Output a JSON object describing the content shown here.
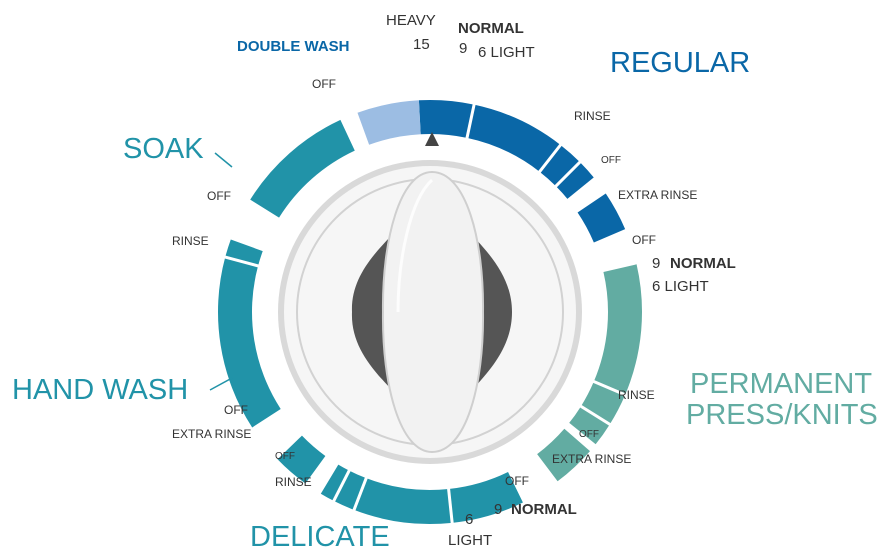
{
  "colors": {
    "regular": "#0a67a7",
    "double_wash": "#9cbde3",
    "soak": "#2193a8",
    "hand_wash": "#2193a8",
    "delicate": "#2193a8",
    "permanent_press": "#62aca2",
    "text": "#333333",
    "knob_white": "#f2f2f2",
    "knob_shadow": "#555555"
  },
  "cycles": {
    "regular": "REGULAR",
    "double_wash": "DOUBLE WASH",
    "soak": "SOAK",
    "hand_wash": "HAND WASH",
    "delicate": "DELICATE",
    "permanent_press_line1": "PERMANENT",
    "permanent_press_line2": "PRESS/KNITS"
  },
  "regular": {
    "heavy": "HEAVY",
    "heavy_num": "15",
    "normal": "NORMAL",
    "normal_num": "9",
    "light": "6 LIGHT",
    "rinse": "RINSE",
    "off": "OFF",
    "extra_rinse": "EXTRA RINSE"
  },
  "double_wash_off": "OFF",
  "soak_off": "OFF",
  "hand_wash": {
    "rinse": "RINSE",
    "off": "OFF",
    "extra_rinse": "EXTRA RINSE"
  },
  "delicate": {
    "off_small": "OFF",
    "rinse": "RINSE",
    "off": "OFF",
    "normal_num": "9",
    "normal": "NORMAL",
    "light_num": "6",
    "light": "LIGHT"
  },
  "permanent_press": {
    "off": "OFF",
    "normal_num": "9",
    "normal": "NORMAL",
    "light": "6 LIGHT",
    "rinse": "RINSE",
    "off_small": "OFF",
    "extra_rinse": "EXTRA RINSE"
  }
}
